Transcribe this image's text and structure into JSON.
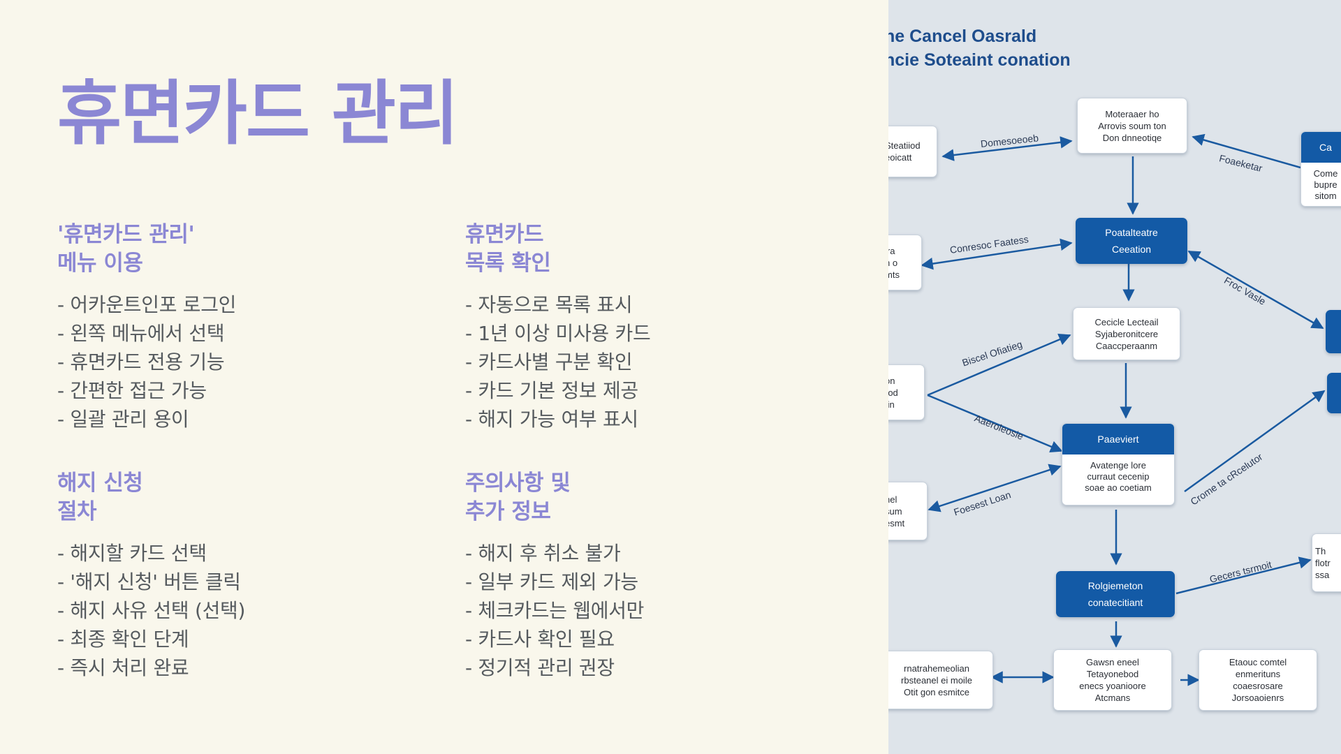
{
  "slide": {
    "title": "휴면카드 관리",
    "sections": [
      {
        "heading": "'휴면카드 관리'\n메뉴 이용",
        "items": [
          "- 어카운트인포 로그인",
          "- 왼쪽 메뉴에서 선택",
          "- 휴면카드 전용 기능",
          "- 간편한 접근 가능",
          "- 일괄 관리 용이"
        ]
      },
      {
        "heading": "휴면카드\n목록 확인",
        "items": [
          "- 자동으로 목록 표시",
          "- 1년 이상 미사용 카드",
          "- 카드사별 구분 확인",
          "- 카드 기본 정보 제공",
          "- 해지 가능 여부 표시"
        ]
      },
      {
        "heading": "해지 신청\n절차",
        "items": [
          "- 해지할 카드 선택",
          "- '해지 신청' 버튼 클릭",
          "- 해지 사유 선택 (선택)",
          "- 최종 확인 단계",
          "- 즉시 처리 완료"
        ]
      },
      {
        "heading": "주의사항 및\n추가 정보",
        "items": [
          "- 해지 후 취소 불가",
          "- 일부 카드 제외 가능",
          "- 체크카드는 웹에서만",
          "- 카드사 확인 필요",
          "- 정기적 관리 권장"
        ]
      }
    ]
  },
  "diagram": {
    "title_line1": "ne Cancel Oasrald",
    "title_line2": "ncie Soteaint conation",
    "nodes": {
      "n_top": "Moteraaer ho\nArrovis soum ton\nDon dnneotiqe",
      "n_left1": "Steatiiod\neoicatt",
      "n_right_head": "Ca",
      "n_right_body": "Come\nbupre\nsitom",
      "n_center1": "Poatalteatre\nCeeation",
      "n_left2": "ira\nn o\nmts",
      "n_center2": "Cecicle Lecteail\nSyjaberonitcere\nCaaccperaanm",
      "n_left3": "on\nrod\ntin",
      "n_split_head": "Paaeviert",
      "n_split_body": "Avatenge lore\ncurraut cecenip\nsoae ao coetiam",
      "n_left4": "nel\nsum\nesmt",
      "n_bottom_blue": "Rolgiemeton\nconatecitiant",
      "n_right_low": "Th\nflotr\nssa",
      "n_bot_left": "rnatrahemeolian\nrbsteanel ei moile\nOtit gon esmitce",
      "n_bot_mid": "Gawsn eneel\nTetayonebod\nenecs yoanioore\nAtcmans",
      "n_bot_right": "Etaouc comtel\nenmerituns\ncoaesrosare\nJorsoaoienrs"
    },
    "edge_labels": {
      "e1": "Domesoeoeb",
      "e2": "Foaeketar",
      "e3": "Conresoc Faatess",
      "e4": "Froc Vasle",
      "e5": "Biscel Ofiatieg",
      "e6": "Aaeroleosie",
      "e7": "Foesest Loan",
      "e8": "Crome ta cRcelutor",
      "e9": "Gecers tsrmoit"
    }
  }
}
